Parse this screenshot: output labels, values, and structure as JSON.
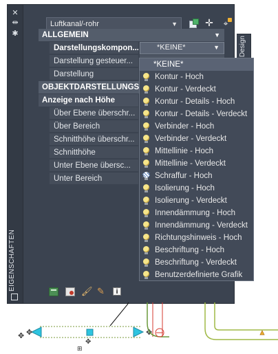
{
  "palette": {
    "side_title": "EIGENSCHAFTEN",
    "right_tab": "Design",
    "category_combo": {
      "value": "Luftkanal/-rohr"
    }
  },
  "grid": {
    "cat_general": "ALLGEMEIN",
    "general_props": [
      {
        "name": "Darstellungskompon..."
      },
      {
        "name": "Darstellung  gesteuer..."
      },
      {
        "name": "Darstellung"
      }
    ],
    "active_value": "*KEINE*",
    "cat_objdisplay": "OBJEKTDARSTELLUNGSE",
    "sub_height": "Anzeige nach Höhe",
    "height_props": [
      {
        "name": "Über Ebene überschr..."
      },
      {
        "name": "Über Bereich"
      },
      {
        "name": "Schnitthöhe überschr..."
      },
      {
        "name": "Schnitthöhe"
      },
      {
        "name": "Unter Ebene übersc..."
      },
      {
        "name": "Unter Bereich"
      }
    ]
  },
  "dropdown": {
    "selected": "*KEINE*",
    "items": [
      "Kontur - Hoch",
      "Kontur - Verdeckt",
      "Kontur - Details - Hoch",
      "Kontur - Details - Verdeckt",
      "Verbinder - Hoch",
      "Verbinder - Verdeckt",
      "Mittellinie - Hoch",
      "Mittellinie - Verdeckt",
      "Schraffur - Hoch",
      "Isolierung - Hoch",
      "Isolierung - Verdeckt",
      "Innendämmung - Hoch",
      "Innendämmung - Verdeckt",
      "Richtungshinweis - Hoch",
      "Beschriftung - Hoch",
      "Beschriftung - Verdeckt",
      "Benutzerdefinierte Grafik"
    ]
  },
  "bottom_toolbar": {
    "info_label": "i"
  },
  "colors": {
    "palette_bg": "#3b4350",
    "category_bg": "#545d6b",
    "accent_green": "#4fb26a",
    "drawing_cyan": "#2ec4e0",
    "drawing_green": "#6a9a3a",
    "drawing_red": "#d63a2f"
  }
}
